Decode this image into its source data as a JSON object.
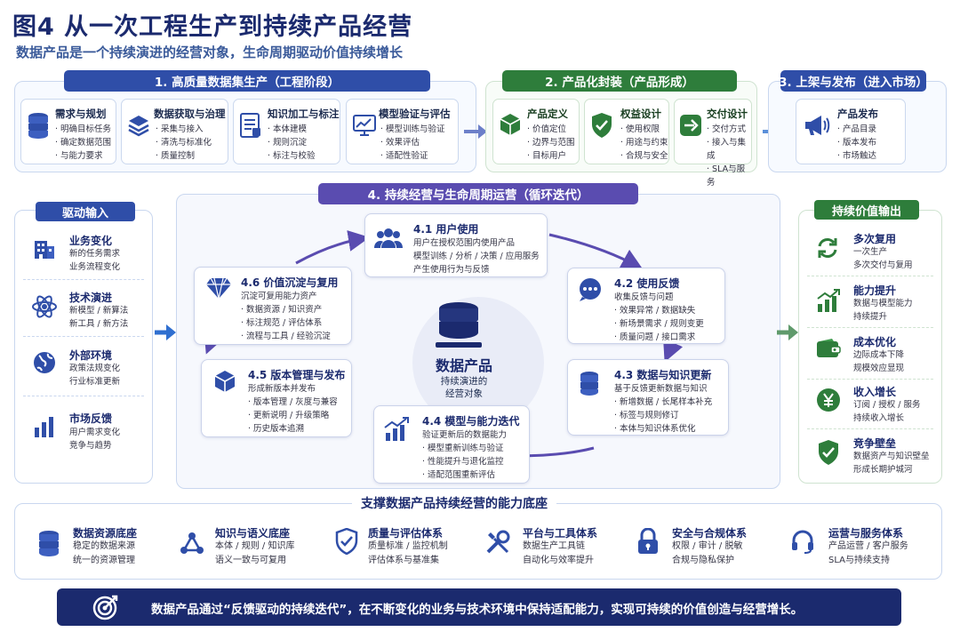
{
  "title": "图4  从一次工程生产到持续产品经营",
  "subtitle": "数据产品是一个持续演进的经营对象，生命周期驱动价值持续增长",
  "stage1": {
    "header": "1. 高质量数据集生产（工程阶段）",
    "cards": [
      {
        "title": "需求与规划",
        "items": [
          "· 明确目标任务",
          "· 确定数据范围",
          "· 与能力要求"
        ]
      },
      {
        "title": "数据获取与治理",
        "items": [
          "· 采集与接入",
          "· 清洗与标准化",
          "· 质量控制"
        ]
      },
      {
        "title": "知识加工与标注",
        "items": [
          "· 本体建模",
          "· 规则沉淀",
          "· 标注与校验"
        ]
      },
      {
        "title": "模型验证与评估",
        "items": [
          "· 模型训练与验证",
          "· 效果评估",
          "· 适配性验证"
        ]
      }
    ]
  },
  "stage2": {
    "header": "2. 产品化封装（产品形成）",
    "cards": [
      {
        "title": "产品定义",
        "items": [
          "· 价值定位",
          "· 边界与范围",
          "· 目标用户"
        ]
      },
      {
        "title": "权益设计",
        "items": [
          "· 使用权限",
          "· 用途与约束",
          "· 合规与安全"
        ]
      },
      {
        "title": "交付设计",
        "items": [
          "· 交付方式",
          "· 接入与集成",
          "· SLA与服务"
        ]
      }
    ]
  },
  "stage3": {
    "header": "3. 上架与发布（进入市场）",
    "card": {
      "title": "产品发布",
      "items": [
        "· 产品目录",
        "· 版本发布",
        "· 市场触达"
      ]
    }
  },
  "drivers": {
    "header": "驱动输入",
    "items": [
      {
        "title": "业务变化",
        "desc": [
          "新的任务需求",
          "业务流程变化"
        ]
      },
      {
        "title": "技术演进",
        "desc": [
          "新模型 / 新算法",
          "新工具 / 新方法"
        ]
      },
      {
        "title": "外部环境",
        "desc": [
          "政策法规变化",
          "行业标准更新"
        ]
      },
      {
        "title": "市场反馈",
        "desc": [
          "用户需求变化",
          "竞争与趋势"
        ]
      }
    ]
  },
  "cycle": {
    "header": "4. 持续经营与生命周期运营（循环迭代）",
    "center": {
      "title": "数据产品",
      "desc": [
        "持续演进的",
        "经营对象"
      ]
    },
    "nodes": [
      {
        "title": "4.1 用户使用",
        "desc": [
          "用户在授权范围内使用产品",
          "模型训练 / 分析 / 决策 / 应用服务",
          "产生使用行为与反馈"
        ]
      },
      {
        "title": "4.2 使用反馈",
        "desc": [
          "收集反馈与问题",
          "· 效果异常 / 数据缺失",
          "· 新场景需求 / 规则变更",
          "· 质量问题 / 接口需求"
        ]
      },
      {
        "title": "4.3 数据与知识更新",
        "desc": [
          "基于反馈更新数据与知识",
          "· 新增数据 / 长尾样本补充",
          "· 标签与规则修订",
          "· 本体与知识体系优化"
        ]
      },
      {
        "title": "4.4 模型与能力迭代",
        "desc": [
          "验证更新后的数据能力",
          "· 模型重新训练与验证",
          "· 性能提升与退化监控",
          "· 适配范围重新评估"
        ]
      },
      {
        "title": "4.5 版本管理与发布",
        "desc": [
          "形成新版本并发布",
          "· 版本管理 / 灰度与兼容",
          "· 更新说明 / 升级策略",
          "· 历史版本追溯"
        ]
      },
      {
        "title": "4.6 价值沉淀与复用",
        "desc": [
          "沉淀可复用能力资产",
          "· 数据资源 / 知识资产",
          "· 标注规范 / 评估体系",
          "· 流程与工具 / 经验沉淀"
        ]
      }
    ]
  },
  "outputs": {
    "header": "持续价值输出",
    "items": [
      {
        "title": "多次复用",
        "desc": [
          "一次生产",
          "多次交付与复用"
        ]
      },
      {
        "title": "能力提升",
        "desc": [
          "数据与模型能力",
          "持续提升"
        ]
      },
      {
        "title": "成本优化",
        "desc": [
          "边际成本下降",
          "规模效应显现"
        ]
      },
      {
        "title": "收入增长",
        "desc": [
          "订阅 / 授权 / 服务",
          "持续收入增长"
        ]
      },
      {
        "title": "竞争壁垒",
        "desc": [
          "数据资产与知识壁垒",
          "形成长期护城河"
        ]
      }
    ]
  },
  "foundation": {
    "header": "支撑数据产品持续经营的能力底座",
    "items": [
      {
        "title": "数据资源底座",
        "desc": [
          "稳定的数据来源",
          "统一的资源管理"
        ]
      },
      {
        "title": "知识与语义底座",
        "desc": [
          "本体 / 规则 / 知识库",
          "语义一致与可复用"
        ]
      },
      {
        "title": "质量与评估体系",
        "desc": [
          "质量标准 / 监控机制",
          "评估体系与基准集"
        ]
      },
      {
        "title": "平台与工具体系",
        "desc": [
          "数据生产工具链",
          "自动化与效率提升"
        ]
      },
      {
        "title": "安全与合规体系",
        "desc": [
          "权限 / 审计 / 脱敏",
          "合规与隐私保护"
        ]
      },
      {
        "title": "运营与服务体系",
        "desc": [
          "产品运营 / 客户服务",
          "SLA与持续支持"
        ]
      }
    ]
  },
  "banner": "数据产品通过“反馈驱动的持续迭代”，在不断变化的业务与技术环境中保持适配能力，实现可持续的价值创造与经营增长。",
  "colors": {
    "navy": "#1b2a6e",
    "blue": "#2f4ea8",
    "green": "#2e7d3b",
    "purple": "#5a4cb0"
  }
}
